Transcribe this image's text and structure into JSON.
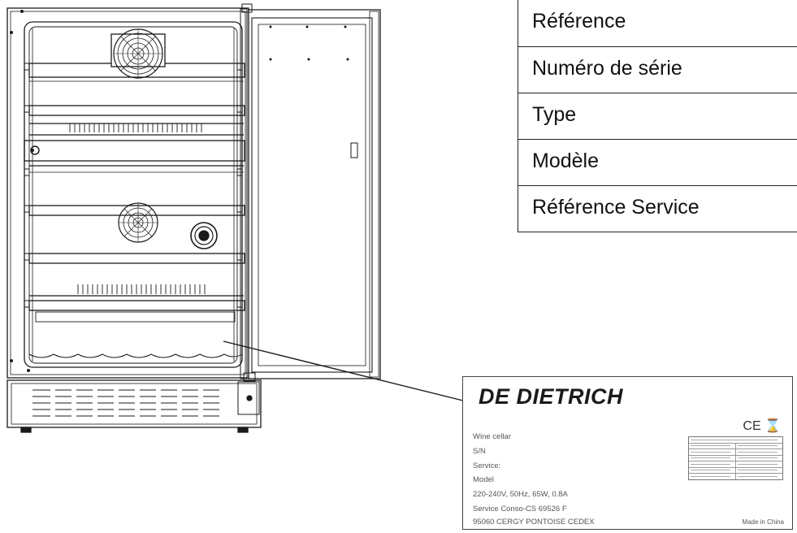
{
  "reference_table": {
    "rows": [
      "Référence",
      "Numéro de série",
      "Type",
      "Modèle",
      "Référence Service"
    ]
  },
  "rating_plate": {
    "brand": "DE DIETRICH",
    "cert_marks": "CE ⌛",
    "lines": [
      "Wine cellar",
      "S/N",
      "Service:",
      "Model",
      "220-240V, 50Hz, 65W, 0.8A",
      "Service Conso-CS 69526 F",
      "95060 CERGY PONTOISE CEDEX"
    ],
    "made_in": "Made in China"
  },
  "colors": {
    "line": "#222222",
    "plate_text": "#555555"
  }
}
